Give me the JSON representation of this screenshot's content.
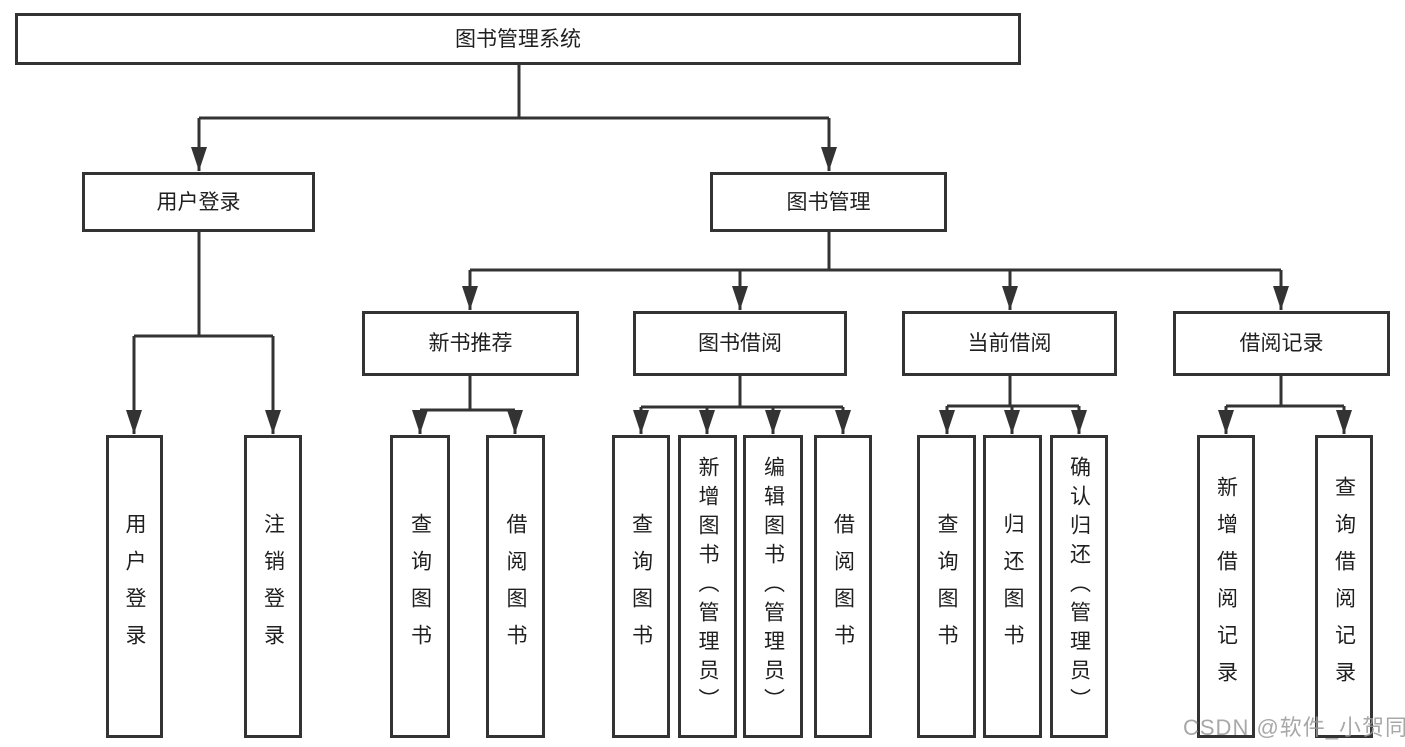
{
  "tree": {
    "root": "图书管理系统",
    "level2": [
      {
        "label": "用户登录",
        "children": [
          "用户登录",
          "注销登录"
        ]
      },
      {
        "label": "图书管理"
      }
    ],
    "level3": [
      {
        "label": "新书推荐",
        "children": [
          "查询图书",
          "借阅图书"
        ]
      },
      {
        "label": "图书借阅",
        "children": [
          "查询图书",
          "新增图书（管理员）",
          "编辑图书（管理员）",
          "借阅图书"
        ]
      },
      {
        "label": "当前借阅",
        "children": [
          "查询图书",
          "归还图书",
          "确认归还（管理员）"
        ]
      },
      {
        "label": "借阅记录",
        "children": [
          "新增借阅记录",
          "查询借阅记录"
        ]
      }
    ]
  },
  "watermark": {
    "text": "CSDN @软件_小贺同学"
  },
  "colors": {
    "line": "#333333",
    "text": "#1f1f1f",
    "background": "#ffffff",
    "watermark": "#9a9a9a"
  }
}
